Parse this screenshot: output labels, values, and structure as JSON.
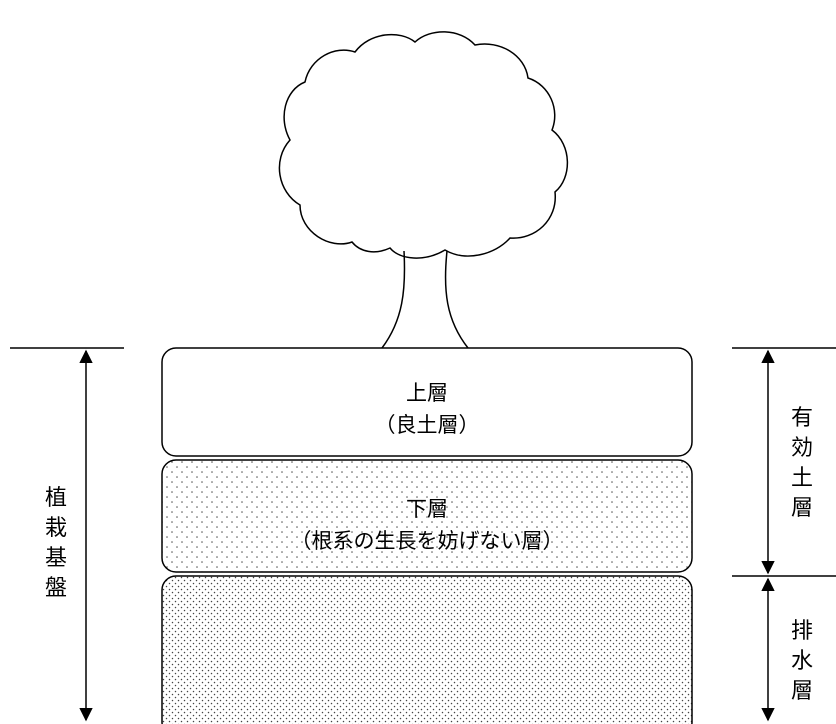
{
  "layers": {
    "upper_name": "上層",
    "upper_sub": "（良土層）",
    "lower_name": "下層",
    "lower_sub": "（根系の生長を妨げない層）"
  },
  "dimensions": {
    "planting_base": "植栽基盤",
    "effective_soil": "有効土層",
    "drainage": "排水層"
  }
}
